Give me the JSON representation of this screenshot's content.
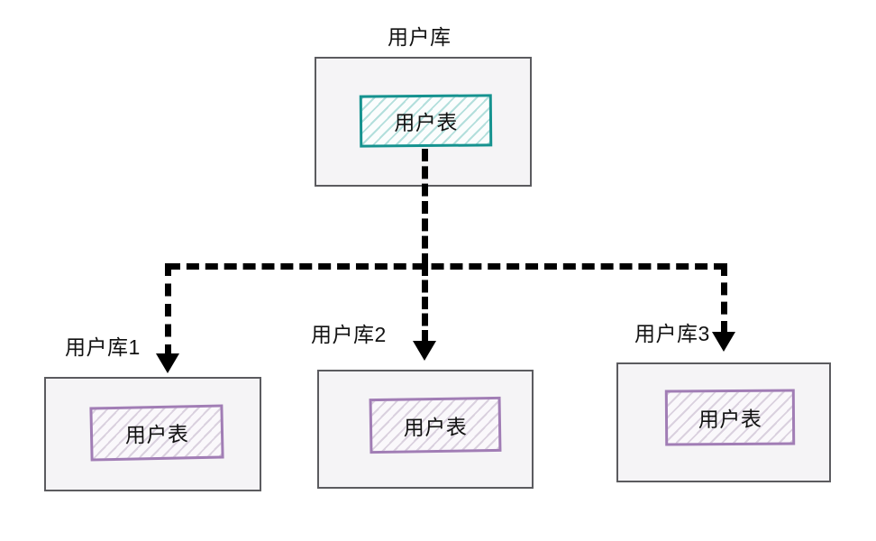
{
  "diagram": {
    "title_label": "用户库",
    "colors": {
      "container_border": "#5b5b5f",
      "container_fill": "#f5f4f6",
      "source_table_border": "#15928f",
      "shard_table_border": "#a17db5",
      "connector": "#000000",
      "background": "#ffffff"
    },
    "source": {
      "label": "用户库",
      "table_label": "用户表"
    },
    "shards": [
      {
        "label": "用户库1",
        "table_label": "用户表"
      },
      {
        "label": "用户库2",
        "table_label": "用户表"
      },
      {
        "label": "用户库3",
        "table_label": "用户表"
      }
    ],
    "connectors": {
      "style": "dashed",
      "arrow_count": 3,
      "branch_count": 3
    }
  }
}
